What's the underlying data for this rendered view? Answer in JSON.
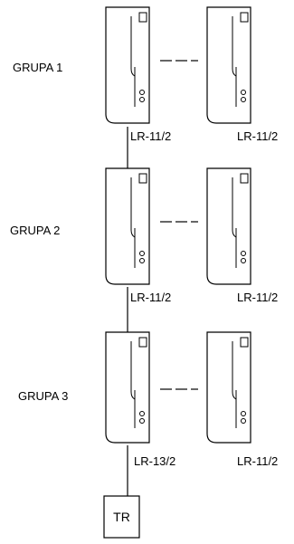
{
  "groups": [
    {
      "label": "GRUPA 1",
      "left_device": "LR-11/2",
      "right_device": "LR-11/2"
    },
    {
      "label": "GRUPA 2",
      "left_device": "LR-11/2",
      "right_device": "LR-11/2"
    },
    {
      "label": "GRUPA 3",
      "left_device": "LR-13/2",
      "right_device": "LR-11/2"
    }
  ],
  "transformer": {
    "label": "TR"
  }
}
